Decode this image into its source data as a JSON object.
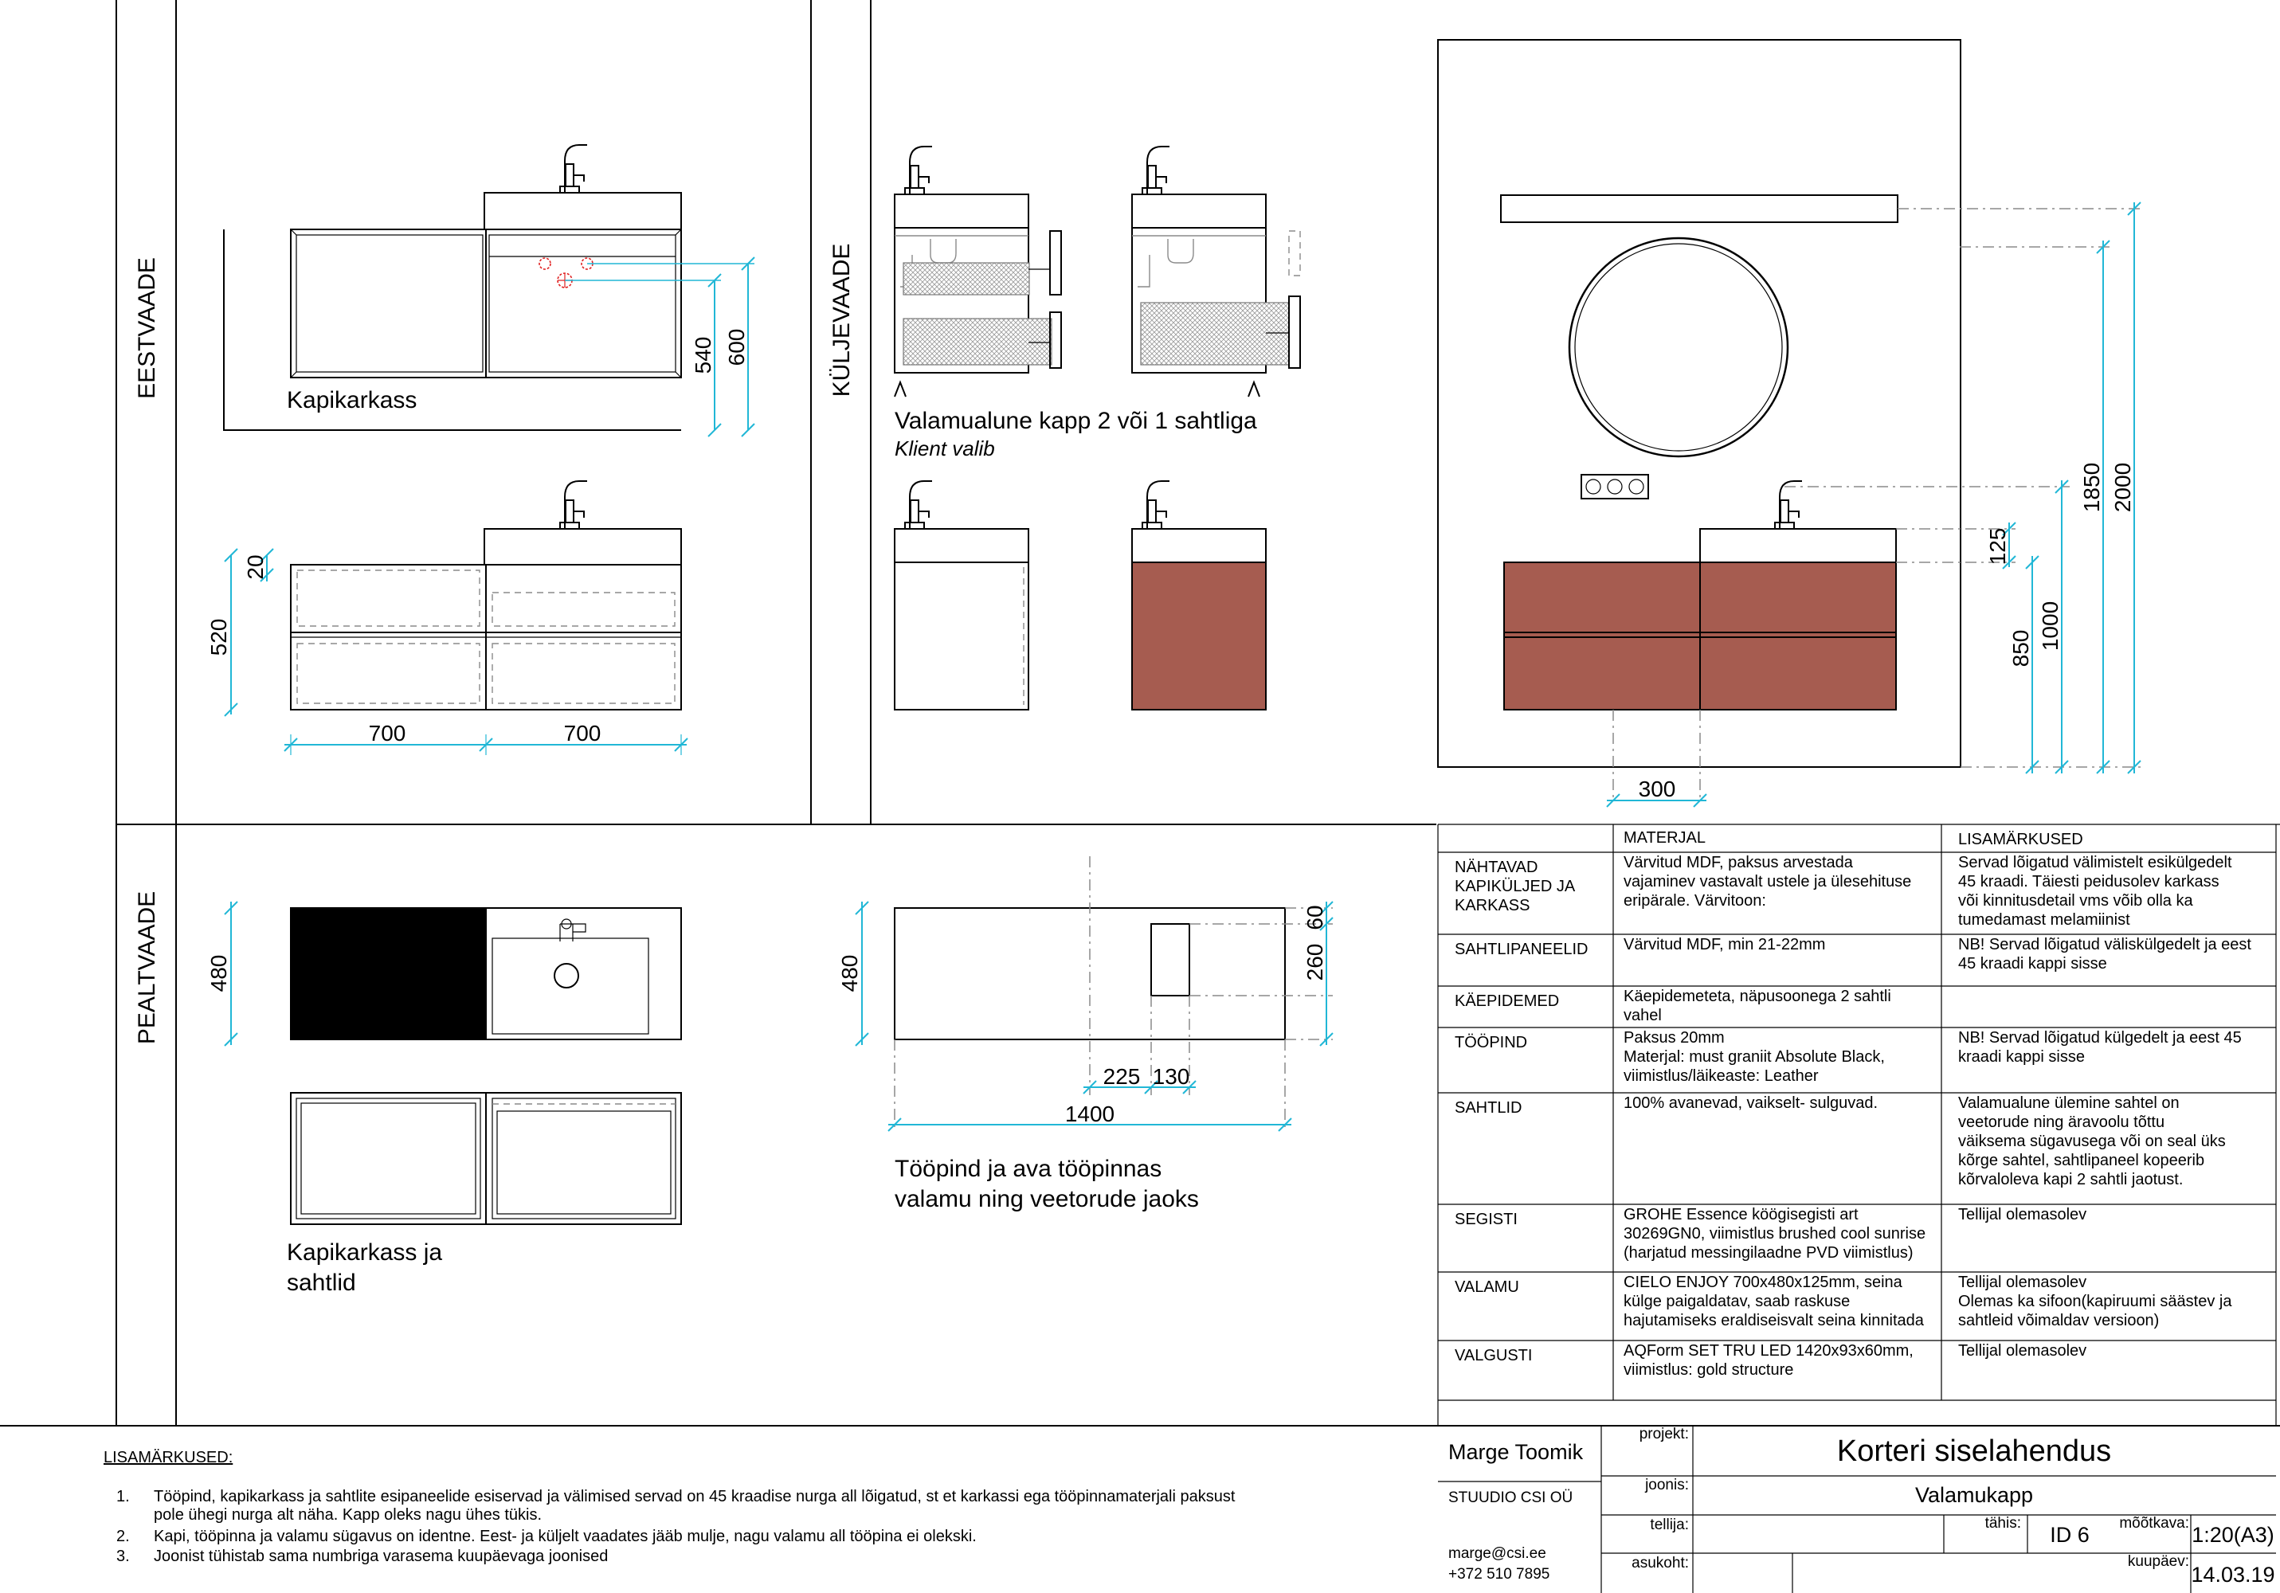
{
  "views": {
    "front": "EESTVAADE",
    "side": "KÜLJEVAADE",
    "top": "PEALTVAADE"
  },
  "labels": {
    "carcass": "Kapikarkass",
    "side_caption": "Valamualune kapp 2 või 1 sahtliga",
    "client_choice": "Klient valib",
    "top_carcass_line1": "Kapikarkass ja",
    "top_carcass_line2": "sahtlid",
    "worktop_line1": "Tööpind ja ava tööpinnas",
    "worktop_line2": "valamu ning veetorude jaoks"
  },
  "dimensions": {
    "d540": "540",
    "d600": "600",
    "d20": "20",
    "d520": "520",
    "d700a": "700",
    "d700b": "700",
    "d480a": "480",
    "d480b": "480",
    "d60": "60",
    "d260": "260",
    "d225": "225",
    "d130": "130",
    "d1400": "1400",
    "d125": "125",
    "d850": "850",
    "d1000": "1000",
    "d1850": "1850",
    "d2000": "2000",
    "d300": "300"
  },
  "spec_table": {
    "header_material": "MATERJAL",
    "header_notes": "LISAMÄRKUSED",
    "rows": [
      {
        "name": [
          "NÄHTAVAD",
          "KAPIKÜLJED JA",
          "KARKASS"
        ],
        "material": [
          "Värvitud MDF, paksus arvestada",
          "vajaminev vastavalt ustele ja ülesehituse",
          "eripärale. Värvitoon:"
        ],
        "notes": [
          "Servad lõigatud välimistelt esikülgedelt",
          "45 kraadi. Täiesti peidusolev karkass",
          "või kinnitusdetail vms võib olla ka",
          "tumedamast  melamiinist"
        ]
      },
      {
        "name": [
          "SAHTLIPANEELID"
        ],
        "material": [
          "Värvitud MDF, min 21-22mm"
        ],
        "notes": [
          "NB! Servad lõigatud väliskülgedelt ja eest",
          "45 kraadi kappi sisse"
        ]
      },
      {
        "name": [
          "KÄEPIDEMED"
        ],
        "material": [
          "Käepidemeteta, näpusoonega 2 sahtli",
          "vahel"
        ],
        "notes": []
      },
      {
        "name": [
          "TÖÖPIND"
        ],
        "material": [
          "Paksus 20mm",
          "Materjal: must graniit Absolute Black,",
          "viimistlus/läikeaste: Leather"
        ],
        "notes": [
          "NB! Servad lõigatud külgedelt ja eest 45",
          "kraadi kappi sisse"
        ]
      },
      {
        "name": [
          "SAHTLID"
        ],
        "material": [
          "100% avanevad, vaikselt- sulguvad."
        ],
        "notes": [
          "Valamualune ülemine sahtel on",
          "veetorude ning äravoolu tõttu",
          "väiksema sügavusega või on seal üks",
          "kõrge sahtel, sahtlipaneel kopeerib",
          "kõrvaloleva kapi 2 sahtli jaotust."
        ]
      },
      {
        "name": [
          "SEGISTI"
        ],
        "material": [
          "GROHE Essence köögisegisti art",
          "30269GN0, viimistlus brushed cool sunrise",
          "(harjatud messingilaadne PVD viimistlus)"
        ],
        "notes": [
          "Tellijal olemasolev"
        ]
      },
      {
        "name": [
          "VALAMU"
        ],
        "material": [
          "CIELO ENJOY 700x480x125mm, seina",
          "külge paigaldatav, saab raskuse",
          "hajutamiseks eraldiseisvalt seina kinnitada"
        ],
        "notes": [
          "Tellijal olemasolev",
          "Olemas ka sifoon(kapiruumi säästev ja",
          "sahtleid võimaldav versioon)"
        ]
      },
      {
        "name": [
          "VALGUSTI"
        ],
        "material": [
          "AQForm SET TRU LED 1420x93x60mm,",
          "viimistlus: gold structure"
        ],
        "notes": [
          "Tellijal olemasolev"
        ]
      }
    ]
  },
  "notes": {
    "heading": "LISAMÄRKUSED:",
    "items": [
      {
        "num": "1.",
        "lines": [
          "Tööpind, kapikarkass ja sahtlite esipaneelide esiservad ja välimised servad on 45 kraadise nurga all lõigatud, st et karkassi ega tööpinnamaterjali paksust",
          "pole ühegi nurga alt näha. Kapp oleks nagu ühes tükis."
        ]
      },
      {
        "num": "2.",
        "lines": [
          "Kapi, tööpinna ja valamu sügavus on identne. Eest- ja küljelt vaadates jääb mulje, nagu valamu all tööpina ei olekski."
        ]
      },
      {
        "num": "3.",
        "lines": [
          "Joonist tühistab sama numbriga varasema kuupäevaga joonised"
        ]
      }
    ]
  },
  "title_block": {
    "designer": "Marge Toomik",
    "studio": "STUUDIO CSI OÜ",
    "email": "marge@csi.ee",
    "phone": "+372 510 7895",
    "project_label": "projekt:",
    "project": "Korteri siselahendus",
    "drawing_label": "joonis:",
    "drawing": "Valamukapp",
    "client_label": "tellija:",
    "client": "",
    "location_label": "asukoht:",
    "location": "",
    "code_label": "tähis:",
    "code": "ID 6",
    "scale_label": "mõõtkava:",
    "scale": "1:20(A3)",
    "date_label": "kuupäev:",
    "date": "14.03.19"
  },
  "colors": {
    "dimension": "#21b7d6",
    "drawer_front": "#a65c50",
    "worktop": "#000000",
    "hidden_line": "#8a8a8a"
  }
}
